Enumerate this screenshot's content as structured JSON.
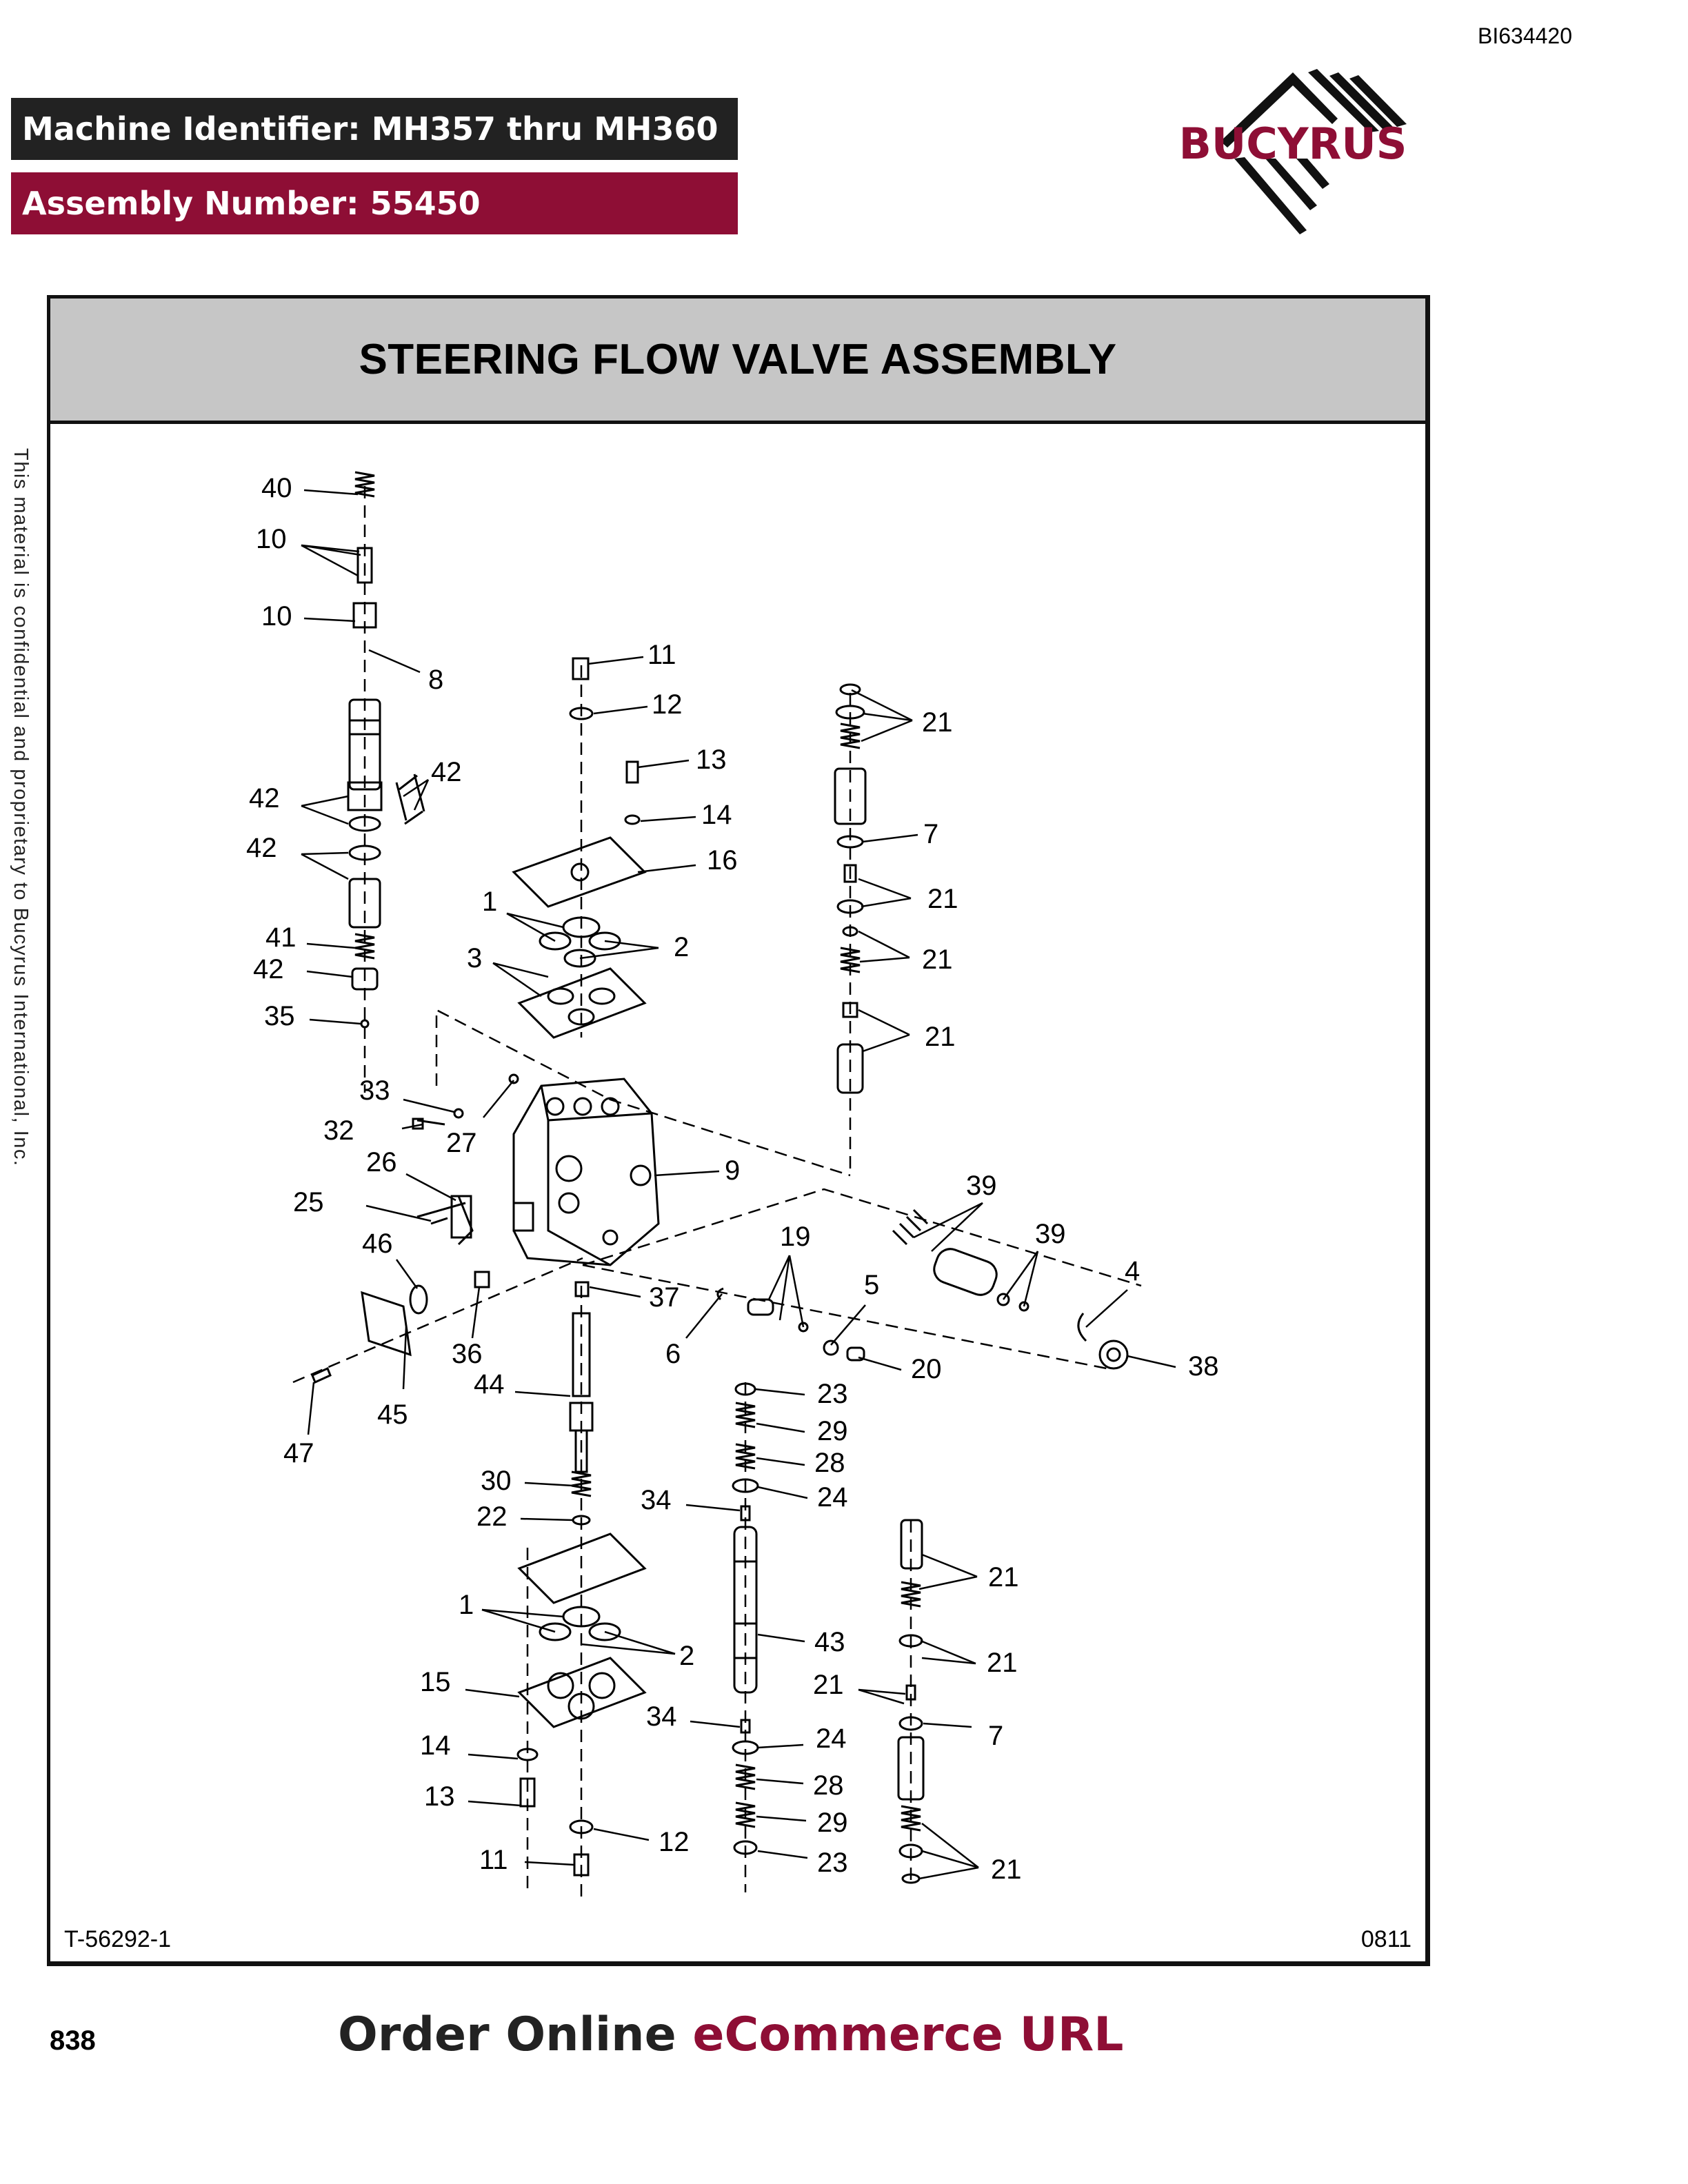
{
  "doc_id": "BI634420",
  "header": {
    "machine_identifier": "Machine Identifier: MH357 thru MH360",
    "assembly_number": "Assembly Number: 55450"
  },
  "logo": {
    "text": "BUCYRUS",
    "icon": "bucyrus-logo-icon",
    "color": "#8e0e35"
  },
  "title": "STEERING FLOW VALVE ASSEMBLY",
  "figure_ref": "T-56292-1",
  "revision": "0811",
  "side_note": "This material is confidential and proprietary to Bucyrus International, Inc.",
  "page_number": "838",
  "footer": {
    "order_part1": "Order Online ",
    "order_part2": "eCommerce URL"
  },
  "callouts": [
    "40",
    "10",
    "10",
    "8",
    "42",
    "42",
    "42",
    "41",
    "42",
    "35",
    "11",
    "12",
    "13",
    "14",
    "16",
    "1",
    "2",
    "3",
    "21",
    "7",
    "21",
    "21",
    "21",
    "33",
    "32",
    "27",
    "26",
    "25",
    "9",
    "46",
    "39",
    "39",
    "19",
    "4",
    "5",
    "37",
    "6",
    "20",
    "38",
    "36",
    "44",
    "45",
    "47",
    "23",
    "29",
    "28",
    "24",
    "30",
    "22",
    "34",
    "21",
    "1",
    "2",
    "21",
    "43",
    "15",
    "21",
    "7",
    "34",
    "24",
    "14",
    "28",
    "13",
    "29",
    "12",
    "23",
    "11",
    "21"
  ],
  "colors": {
    "header_dark": "#222222",
    "header_accent": "#8e0e35",
    "title_bar": "#c6c6c6"
  }
}
